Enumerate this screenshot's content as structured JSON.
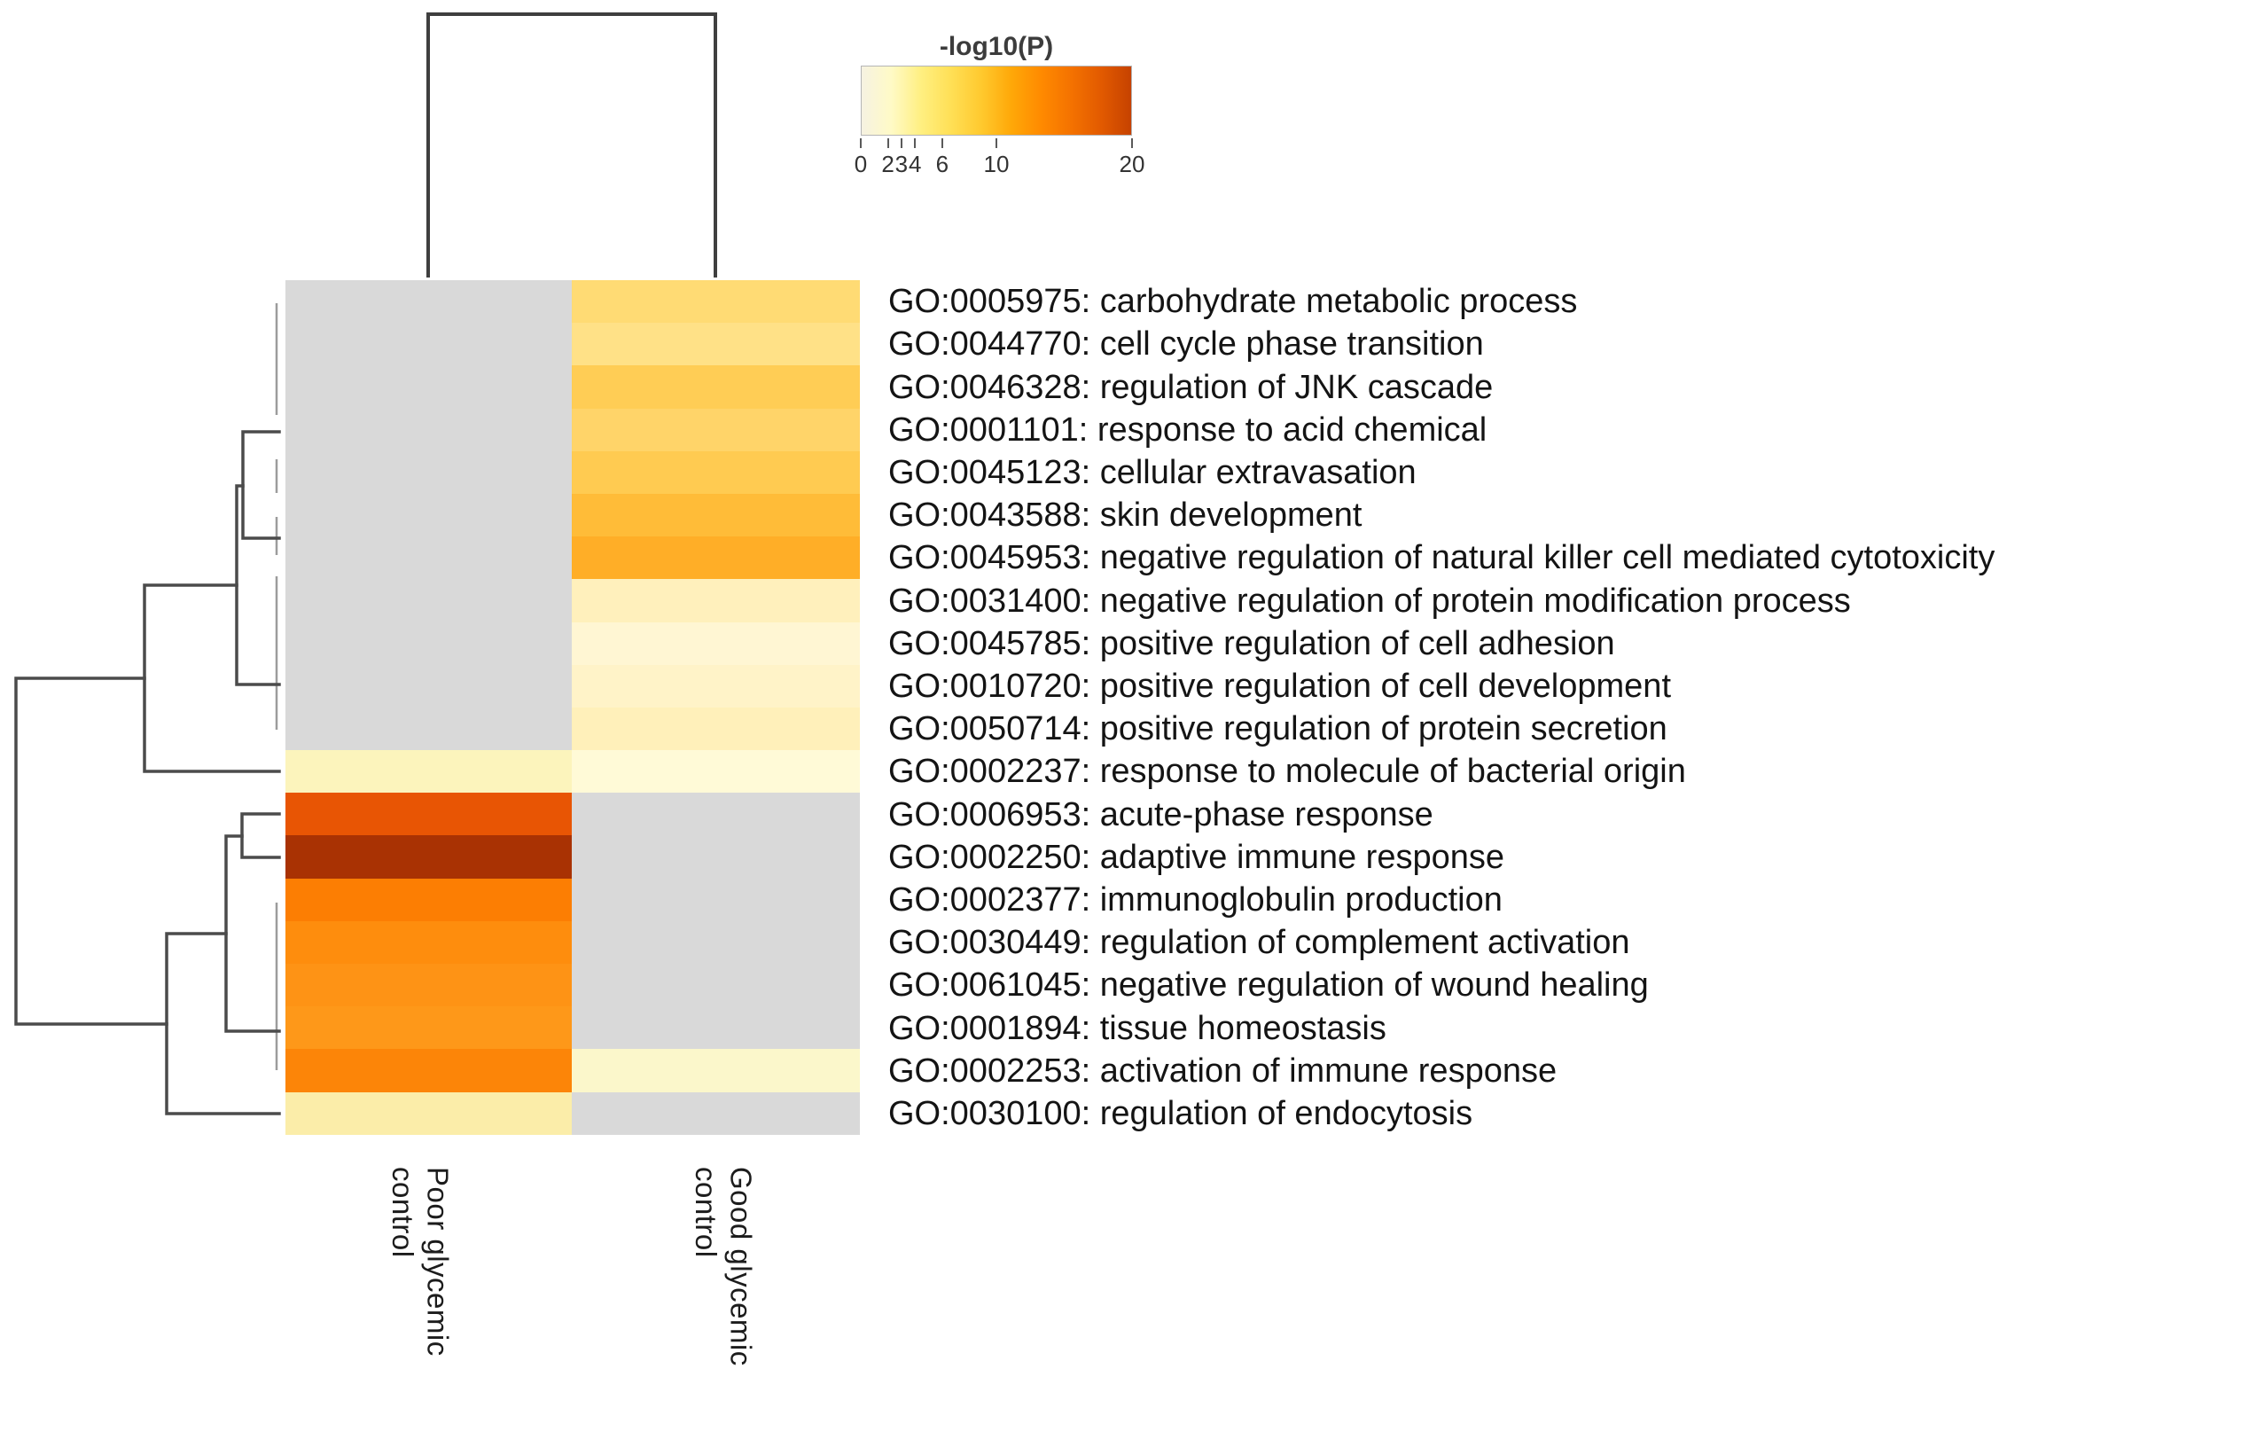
{
  "figure": {
    "background": "#FFFFFF",
    "na_color": "#D9D9D9"
  },
  "legend": {
    "title": "-log10(P)",
    "min": 0,
    "max": 20,
    "ticks": [
      0,
      2,
      3,
      4,
      6,
      10,
      20
    ],
    "gradient_stops": [
      "#F6F2E2",
      "#FFFAC6",
      "#FFEF80",
      "#FFDF55",
      "#FFC92E",
      "#FFA808",
      "#FF8A00",
      "#F47200",
      "#E25A00",
      "#C64200"
    ]
  },
  "columns": [
    {
      "label": "Poor glycemic control"
    },
    {
      "label": "Good glycemic control"
    }
  ],
  "chart_data": {
    "type": "heatmap",
    "colorscale_label": "-log10(P)",
    "colorscale_range": [
      0,
      20
    ],
    "na_color": "#D9D9D9",
    "categories": [
      "Poor glycemic control",
      "Good glycemic control"
    ],
    "rows": [
      {
        "label": "GO:0005975: carbohydrate metabolic process",
        "values": [
          null,
          4.0
        ],
        "colors": [
          "#D9D9D9",
          "#FFDB74"
        ]
      },
      {
        "label": "GO:0044770: cell cycle phase transition",
        "values": [
          null,
          3.7
        ],
        "colors": [
          "#D9D9D9",
          "#FFE187"
        ]
      },
      {
        "label": "GO:0046328: regulation of JNK cascade",
        "values": [
          null,
          4.6
        ],
        "colors": [
          "#D9D9D9",
          "#FFCD55"
        ]
      },
      {
        "label": "GO:0001101: response to acid chemical",
        "values": [
          null,
          4.3
        ],
        "colors": [
          "#D9D9D9",
          "#FFD469"
        ]
      },
      {
        "label": "GO:0045123: cellular extravasation",
        "values": [
          null,
          4.7
        ],
        "colors": [
          "#D9D9D9",
          "#FFCB51"
        ]
      },
      {
        "label": "GO:0043588: skin development",
        "values": [
          null,
          5.5
        ],
        "colors": [
          "#D9D9D9",
          "#FFBC38"
        ]
      },
      {
        "label": "GO:0045953: negative regulation of natural killer cell mediated cytotoxicity",
        "values": [
          null,
          6.2
        ],
        "colors": [
          "#D9D9D9",
          "#FFAE27"
        ]
      },
      {
        "label": "GO:0031400: negative regulation of protein modification process",
        "values": [
          null,
          2.6
        ],
        "colors": [
          "#D9D9D9",
          "#FFF0BC"
        ]
      },
      {
        "label": "GO:0045785: positive regulation of cell adhesion",
        "values": [
          null,
          2.2
        ],
        "colors": [
          "#D9D9D9",
          "#FFF6D3"
        ]
      },
      {
        "label": "GO:0010720: positive regulation of cell development",
        "values": [
          null,
          2.4
        ],
        "colors": [
          "#D9D9D9",
          "#FFF3C8"
        ]
      },
      {
        "label": "GO:0050714: positive regulation of protein secretion",
        "values": [
          null,
          2.6
        ],
        "colors": [
          "#D9D9D9",
          "#FFF0BA"
        ]
      },
      {
        "label": "GO:0002237: response to molecule of bacterial origin",
        "values": [
          2.5,
          2.0
        ],
        "colors": [
          "#FCF4BC",
          "#FFFAD7"
        ]
      },
      {
        "label": "GO:0006953: acute-phase response",
        "values": [
          13.0,
          null
        ],
        "colors": [
          "#E85504",
          "#D9D9D9"
        ]
      },
      {
        "label": "GO:0002250: adaptive immune response",
        "values": [
          19.0,
          null
        ],
        "colors": [
          "#A93203",
          "#D9D9D9"
        ]
      },
      {
        "label": "GO:0002377: immunoglobulin production",
        "values": [
          10.5,
          null
        ],
        "colors": [
          "#FC7E03",
          "#D9D9D9"
        ]
      },
      {
        "label": "GO:0030449: regulation of complement activation",
        "values": [
          9.5,
          null
        ],
        "colors": [
          "#FE8D0D",
          "#D9D9D9"
        ]
      },
      {
        "label": "GO:0061045: negative regulation of wound healing",
        "values": [
          9.0,
          null
        ],
        "colors": [
          "#FE9315",
          "#D9D9D9"
        ]
      },
      {
        "label": "GO:0001894: tissue homeostasis",
        "values": [
          8.8,
          null
        ],
        "colors": [
          "#FE9819",
          "#D9D9D9"
        ]
      },
      {
        "label": "GO:0002253: activation of immune response",
        "values": [
          10.0,
          2.1
        ],
        "colors": [
          "#FC8508",
          "#FBF7CB"
        ]
      },
      {
        "label": "GO:0030100: regulation of endocytosis",
        "values": [
          2.8,
          null
        ],
        "colors": [
          "#FBEDA9",
          "#D9D9D9"
        ]
      }
    ]
  }
}
